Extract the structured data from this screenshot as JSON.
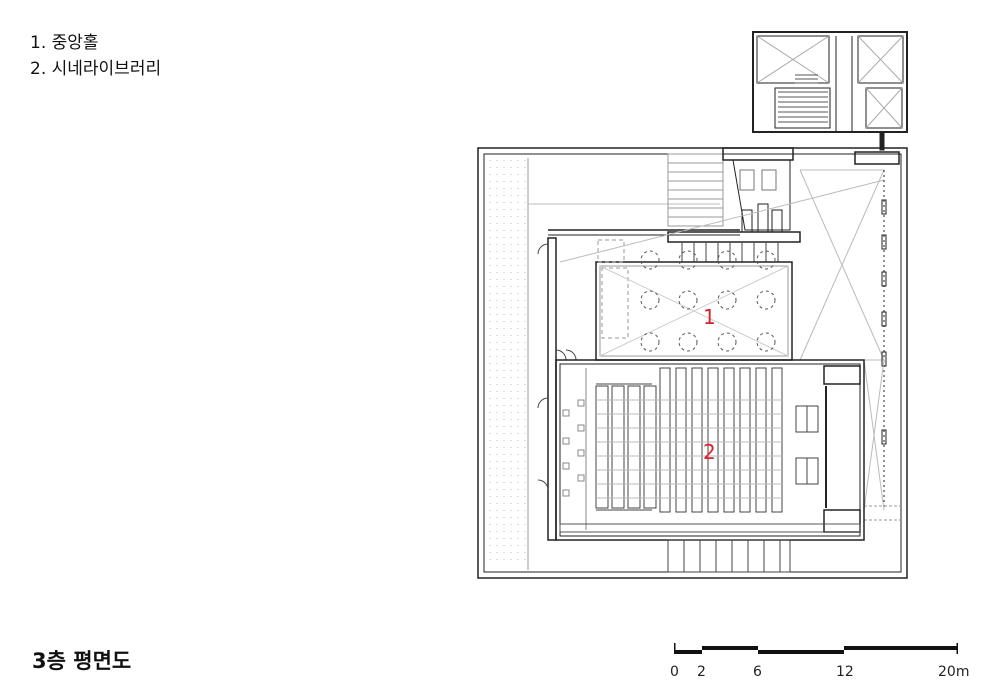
{
  "legend": {
    "item1": "1. 중앙홀",
    "item2": "2. 시네라이브러리"
  },
  "plan": {
    "room1_label": "1",
    "room2_label": "2"
  },
  "title": "3층 평면도",
  "scale_bar": {
    "ticks": [
      "0",
      "2",
      "6",
      "12",
      "20m"
    ]
  },
  "colors": {
    "room_label": "#d9232e",
    "line": "#222222"
  }
}
